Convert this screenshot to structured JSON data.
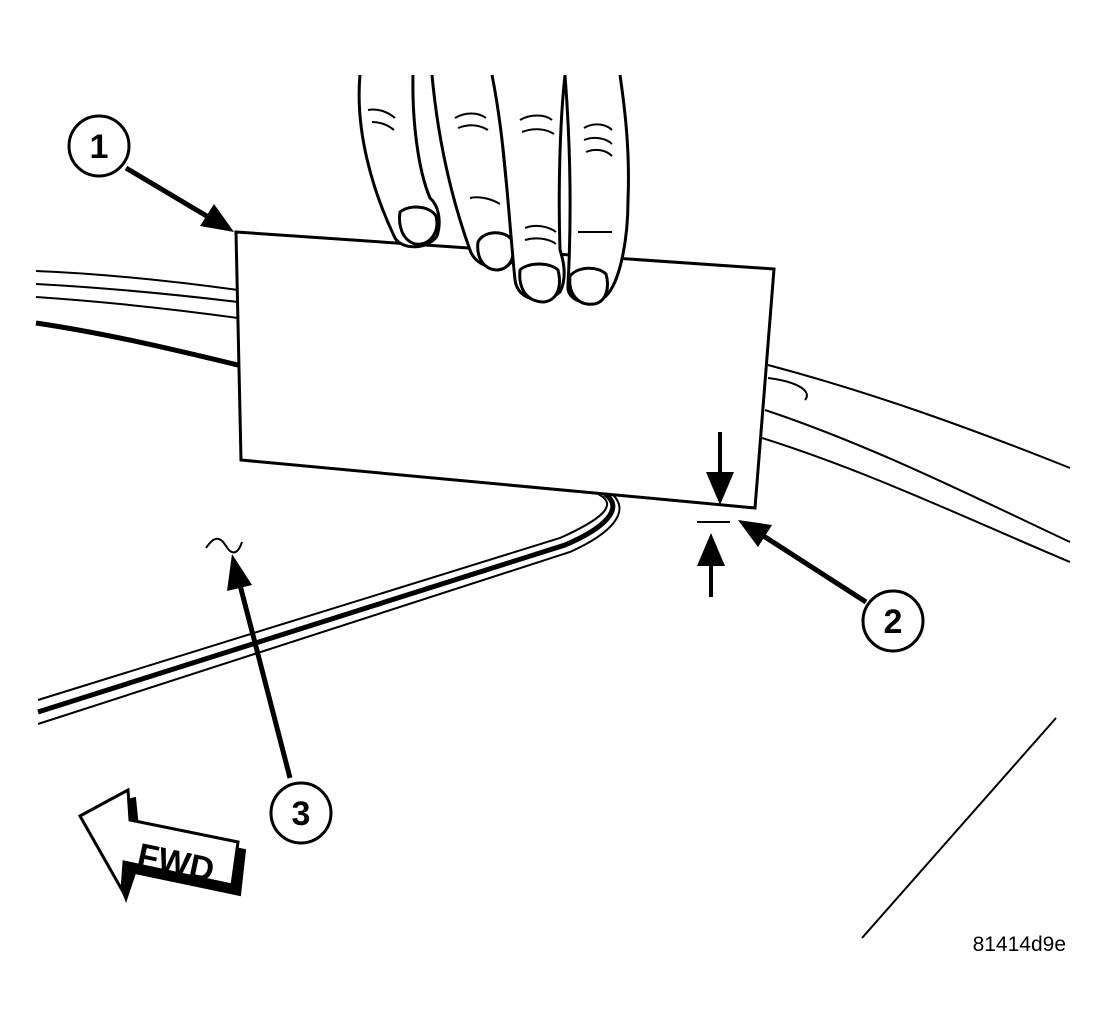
{
  "figure_id": "81414d9e",
  "direction_label": "FWD",
  "callouts": [
    {
      "number": "1",
      "target": "feeler-card"
    },
    {
      "number": "2",
      "target": "gap-measurement"
    },
    {
      "number": "3",
      "target": "panel-surface"
    }
  ]
}
